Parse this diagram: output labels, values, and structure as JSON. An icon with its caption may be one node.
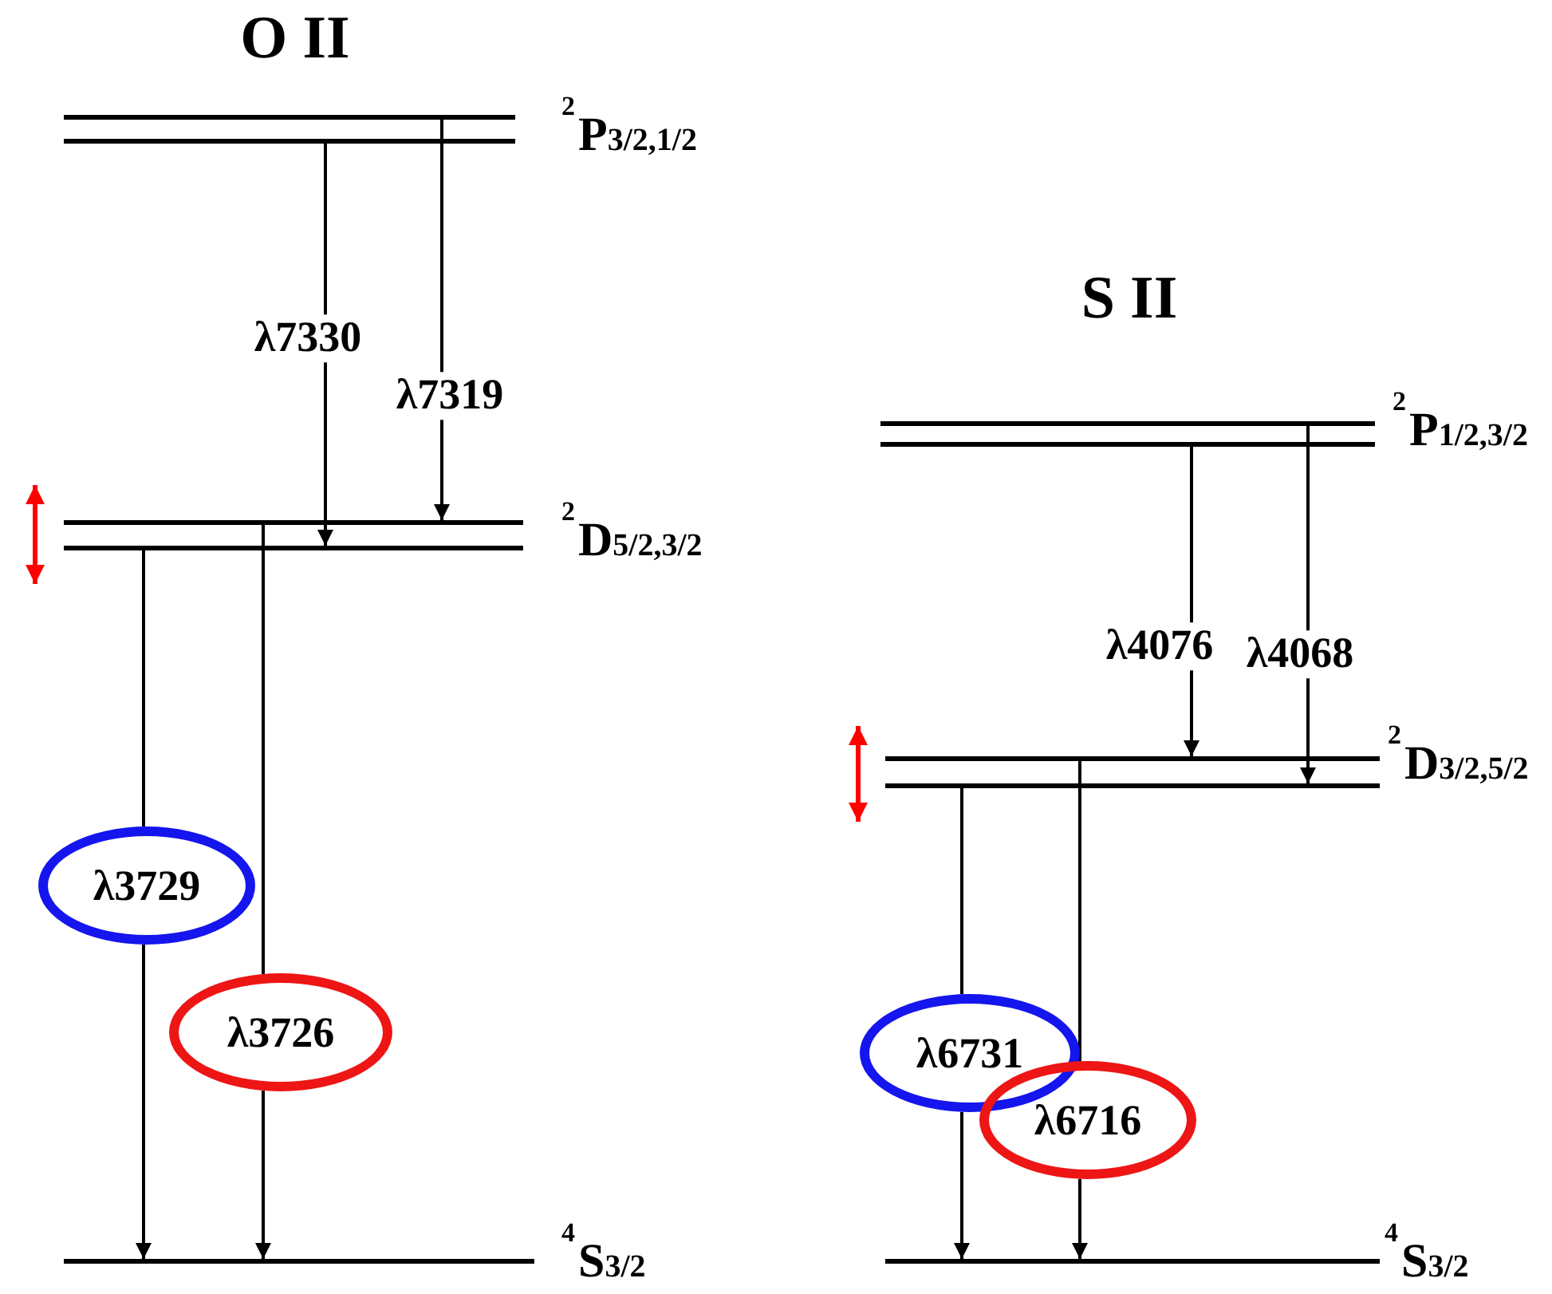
{
  "diagram": {
    "nodes": [
      {
        "text": [
          "$^{2}$P$_{3/2,1/2}$"
        ]
      },
      {
        "text": [],
        "shape": "bar",
        "in": 0
      },
      {
        "text": [],
        "shape": "bar",
        "in": 0
      },
      {
        "text": [
          "$^{2}$D$_{5/2,3/2}$"
        ]
      },
      {
        "text": [],
        "shape": "bar",
        "in": 3
      },
      {
        "text": [],
        "shape": "bar",
        "in": 3
      },
      {
        "text": [
          "$^{4}$S$_{3/2}$"
        ]
      },
      {
        "text": [
          "λ3729"
        ]
      },
      {
        "text": [
          "λ3726"
        ]
      },
      {
        "text": [
          "$^{2}$P$_{1/2,3/2}$"
        ]
      },
      {
        "text": [],
        "shape": "bar",
        "in": 9
      },
      {
        "text": [],
        "shape": "bar",
        "in": 9
      },
      {
        "text": [
          "$^{2}$D$_{3/2,5/2}$"
        ]
      },
      {
        "text": [],
        "shape": "bar",
        "in": 12
      },
      {
        "text": [],
        "shape": "bar",
        "in": 12
      },
      {
        "text": [
          "$^{4}$S$_{3/2}$"
        ]
      },
      {
        "text": [
          "λ6731"
        ]
      },
      {
        "text": [
          "λ6716"
        ]
      }
    ],
    "edges": [
      {
        "from": 2,
        "to": 5,
        "arrow": "to",
        "label": "λ7330"
      },
      {
        "from": 1,
        "to": 4,
        "arrow": "to",
        "label": "λ7319"
      },
      {
        "from": 5,
        "to": 7,
        "arrow": "none"
      },
      {
        "from": 7,
        "to": 6,
        "arrow": "to"
      },
      {
        "from": 4,
        "to": 8,
        "arrow": "none"
      },
      {
        "from": 8,
        "to": 6,
        "arrow": "to"
      },
      {
        "from": 11,
        "to": 13,
        "arrow": "to",
        "label": "λ4076"
      },
      {
        "from": 10,
        "to": 14,
        "arrow": "to",
        "label": "λ4068"
      },
      {
        "from": 14,
        "to": 16,
        "arrow": "none"
      },
      {
        "from": 16,
        "to": 15,
        "arrow": "to"
      },
      {
        "from": 13,
        "to": 17,
        "arrow": "none"
      },
      {
        "from": 17,
        "to": 15,
        "arrow": "to"
      }
    ],
    "labels": [
      "O II",
      "S II"
    ]
  }
}
